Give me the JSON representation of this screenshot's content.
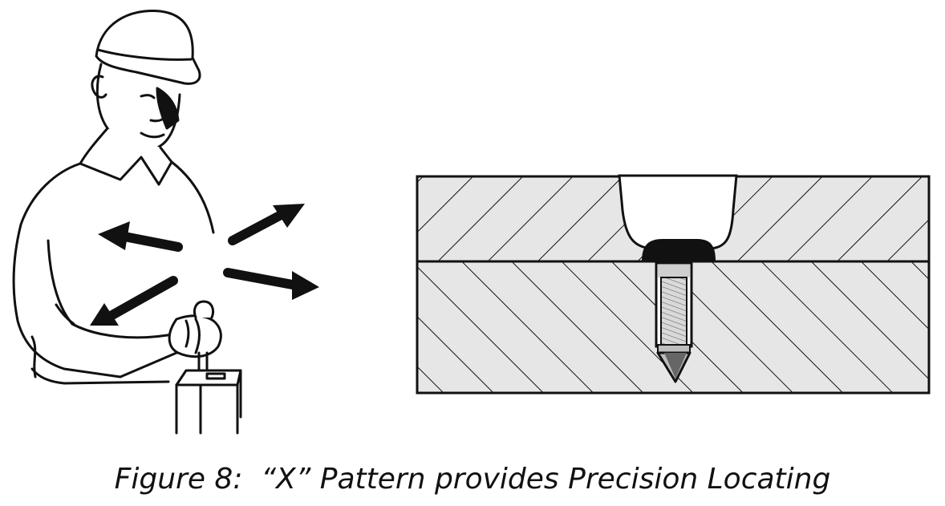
{
  "figure": {
    "caption": "Figure 8:  “X” Pattern provides Precision Locating"
  },
  "colors": {
    "ink": "#111111",
    "hatch_fill": "#e6e6e6",
    "background": "#ffffff"
  },
  "icons": [
    "worker-illustration",
    "x-pattern-arrows",
    "cross-section-diagram",
    "locating-pin"
  ]
}
